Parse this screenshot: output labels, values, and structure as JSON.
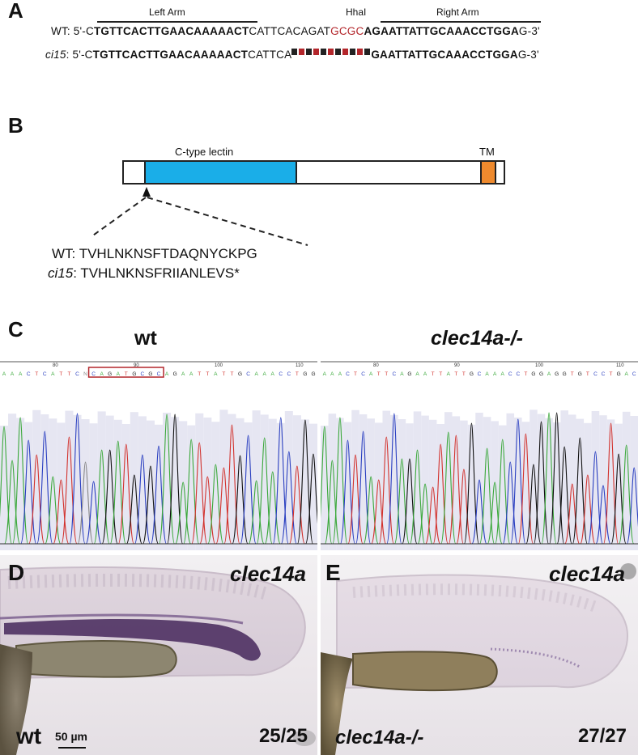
{
  "panelA": {
    "letter": "A",
    "left_arm_label": "Left Arm",
    "hhai_label": "HhaI",
    "right_arm_label": "Right Arm",
    "wt": {
      "prefix": "WT: 5'-C",
      "left_arm": "TGTTCACTTGAACAAAAACT",
      "middle": "CATTCACAGAT",
      "site": "GCGC",
      "right_arm": "AGAATTATTGCAAACCTGGA",
      "suffix": "G-3'"
    },
    "ci15": {
      "name": "ci15",
      "prefix": ": 5'-C",
      "left_arm": "TGTTCACTTGAACAAAAACT",
      "middle": "CATTCA",
      "right_arm": "GAATTATTGCAAACCTGGA",
      "suffix": "G-3'"
    }
  },
  "panelB": {
    "letter": "B",
    "domain_label": "C-type lectin",
    "tm_label": "TM",
    "wt_line_prefix": "WT: ",
    "wt_seq": "TVHLNKNSFTDAQNYCKPG",
    "ci15_name": "ci15",
    "ci15_line_prefix": ": ",
    "ci15_seq": "TVHLNKNSFRIIANLEVS*",
    "colors": {
      "lectin": "#1aaee8",
      "tm": "#ee8a2e"
    }
  },
  "panelC": {
    "letter": "C",
    "left_title": "wt",
    "right_title": "clec14a-/-",
    "left_bases": "AAACTCATTCNCAGATGCGCAGAATTATTGCAAACCTGG",
    "right_bases": "AAACTCATTCAGAATTATTGCAAACCTGGAGGTGTCCTGAC",
    "left_ticks": [
      "80",
      "90",
      "100",
      "110"
    ],
    "right_ticks": [
      "80",
      "90",
      "100",
      "110"
    ],
    "base_colors": {
      "A": "#3aa83a",
      "C": "#2a3fc0",
      "G": "#111111",
      "T": "#d2322d",
      "N": "#888888"
    }
  },
  "panelD": {
    "letter": "D",
    "probe": "clec14a",
    "genotype": "wt",
    "scale_label": "50 µm",
    "count": "25/25"
  },
  "panelE": {
    "letter": "E",
    "probe": "clec14a",
    "genotype": "clec14a-/-",
    "count": "27/27"
  }
}
